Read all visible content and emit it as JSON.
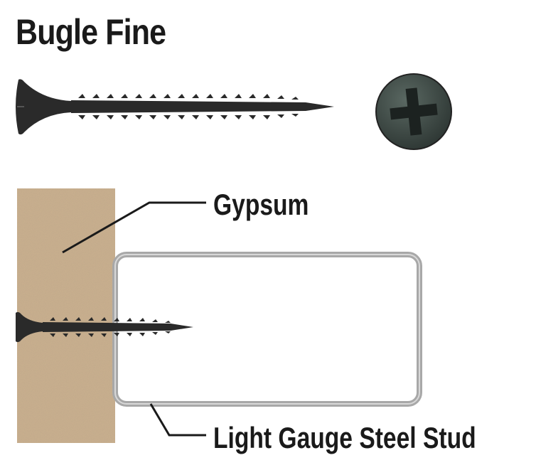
{
  "title": "Bugle Fine",
  "labels": {
    "gypsum": "Gypsum",
    "stud": "Light Gauge Steel Stud"
  },
  "colors": {
    "screw": "#2a2a2a",
    "gypsum": "#cbb08e",
    "stud_outline": "#a8a8a8",
    "head": "#3e4a45"
  },
  "icons": [
    "phillips-head-icon"
  ]
}
